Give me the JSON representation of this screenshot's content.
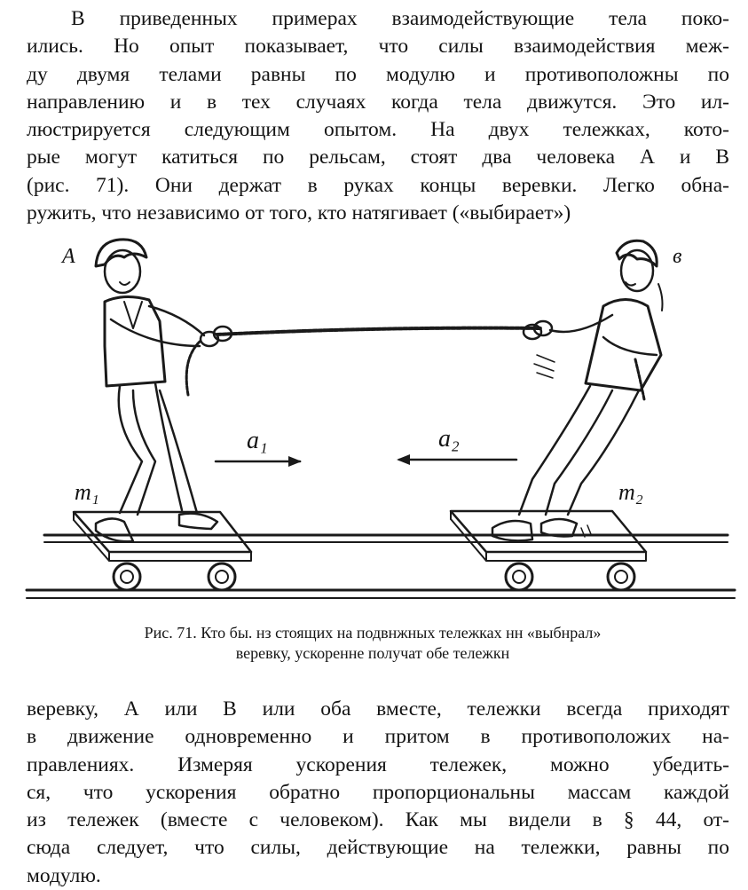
{
  "paragraph_top": [
    "В приведенных примерах взаимодействующие тела поко-",
    "ились. Но опыт показывает, что силы взаимодействия меж-",
    "ду двумя телами равны по модулю и противоположны по",
    "направлению и в тех случаях когда тела движутся. Это ил-",
    "люстрируется следующим опытом. На двух тележках, кото-",
    "рые могут катиться по рельсам, стоят два человека А и В",
    "(рис. 71). Они держат в руках концы веревки. Легко обна-",
    "ружить, что независимо от того, кто натягивает («выбирает»)"
  ],
  "figure": {
    "label_person_a": "A",
    "label_person_b": "в",
    "label_accel_1": "a₁",
    "label_accel_2": "a₂",
    "label_mass_1": "m₁",
    "label_mass_2": "m₂"
  },
  "caption": {
    "line1": "Рис. 71. Кто бы. нз стоящих на подвнжных тележках нн «выбнрал»",
    "line2": "веревку, ускоренне получат обе тележкн"
  },
  "paragraph_bottom": [
    "веревку, А или В или оба вместе, тележки всегда приходят",
    "в движение одновременно и притом в противоположих на-",
    "правлениях. Измеряя ускорения тележек, можно убедить-",
    "ся, что ускорения обратно пропорциональны массам каждой",
    "из тележек (вместе с человеком). Как мы видели в § 44, от-",
    "сюда следует, что силы, действующие на тележки, равны по",
    "модулю."
  ]
}
